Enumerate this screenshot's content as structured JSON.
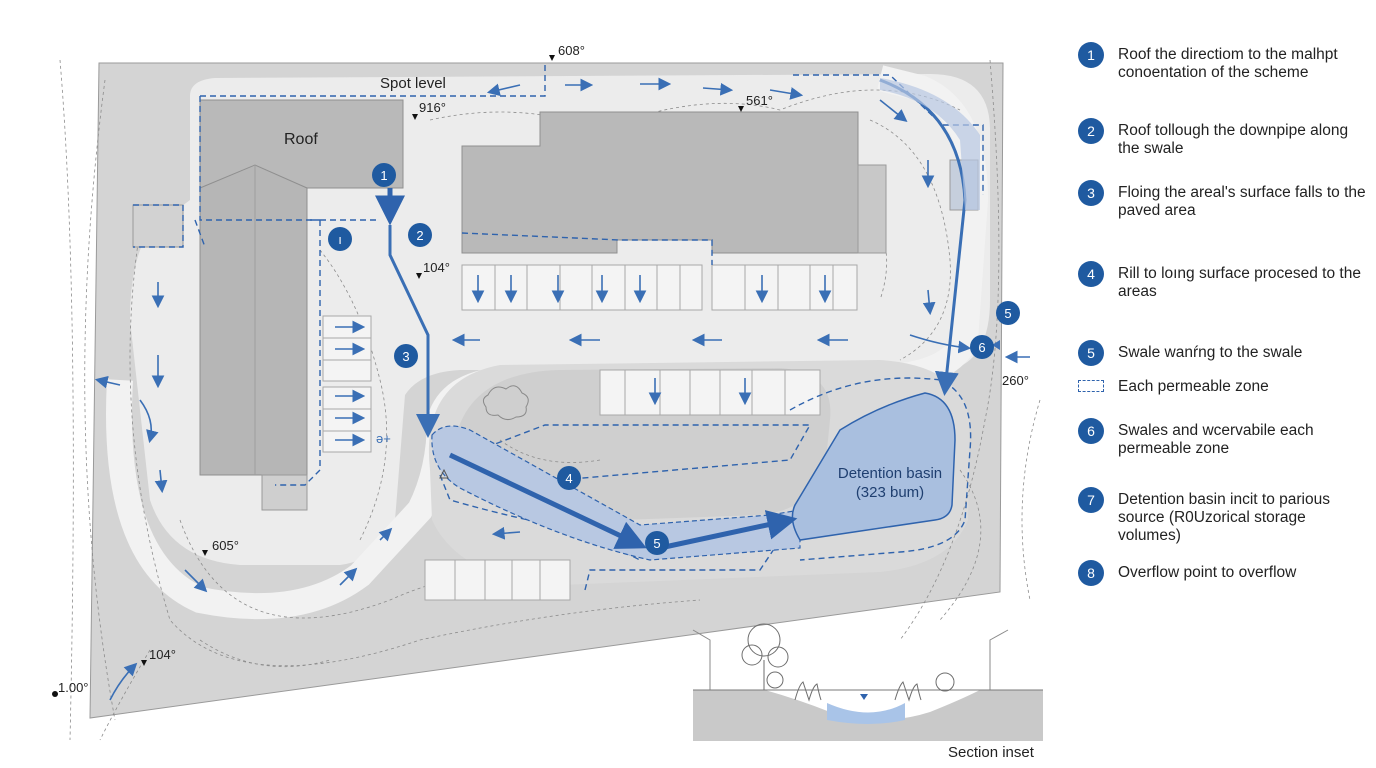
{
  "plan": {
    "roof_label": "Roof",
    "spot_level_label": "Spot level",
    "basin_title": "Detention basin",
    "basin_volume": "(323 bum)",
    "section_caption": "Section inset",
    "spot_levels": [
      {
        "id": "a",
        "text": "608°"
      },
      {
        "id": "b",
        "text": "916°"
      },
      {
        "id": "c",
        "text": "561°"
      },
      {
        "id": "d",
        "text": "104°"
      },
      {
        "id": "e",
        "text": "260°"
      },
      {
        "id": "f",
        "text": "605°"
      },
      {
        "id": "g",
        "text": "104°"
      },
      {
        "id": "h",
        "text": "1.00°"
      }
    ],
    "markers": [
      "1",
      "2",
      "3",
      "4",
      "5",
      "6",
      "ı",
      "5"
    ],
    "stray_note": "ə+"
  },
  "legend": {
    "items": [
      {
        "num": "1",
        "text": "Roof the directiom to the malhpt conoentation of the scheme"
      },
      {
        "num": "2",
        "text": "Roof tollough the downpipe along the swale"
      },
      {
        "num": "3",
        "text": "Floing the areal's surface falls to the paved area"
      },
      {
        "num": "4",
        "text": "Rill to loıng surface procesed to the areas"
      },
      {
        "num": "5",
        "text": "Swale wanŕng to the swale"
      },
      {
        "num": "",
        "text": "Each permeable zone"
      },
      {
        "num": "6",
        "text": "Swales and wcervabile each permeable zone"
      },
      {
        "num": "7",
        "text": "Detention basin incit to parious source (R0Uzorical storage volumes)"
      },
      {
        "num": "8",
        "text": "Overflow point to overflow"
      }
    ]
  },
  "colors": {
    "accent_blue": "#1f5aa0",
    "flow_blue": "#3a6fb5",
    "basin_fill": "#a9bfdf",
    "site_grey": "#d4d4d4",
    "paved_light": "#ededed",
    "building_grey": "#b9b9b9"
  }
}
